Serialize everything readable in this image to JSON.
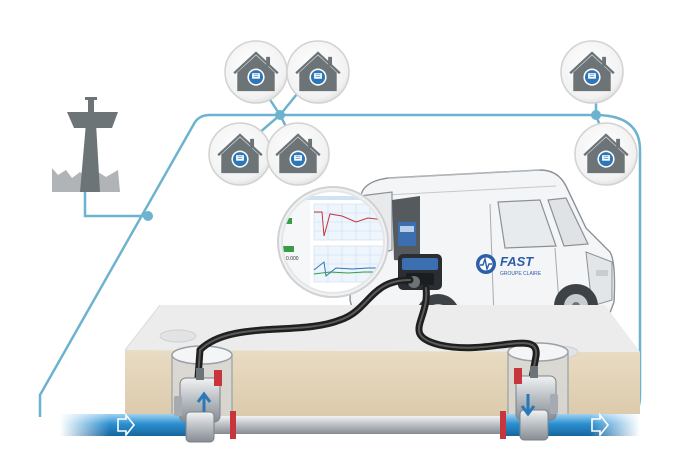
{
  "van": {
    "brand": "FAST",
    "subtitle": "GROUPE CLAIRE"
  },
  "screen": {
    "readout": "0.000"
  },
  "colors": {
    "network_line": "#6db3cf",
    "house_fill": "#6d7478",
    "meter_blue": "#2c77b8",
    "soil": "#e7d8bf",
    "pipe_water": "#2b8fd0",
    "flow_marker": "#ffffff",
    "valve_red": "#c7353d",
    "brand_blue": "#2d5ea8"
  },
  "icons": {
    "house": "house-with-water-meter-icon",
    "tower": "water-tower-icon",
    "arrow": "flow-arrow-icon"
  }
}
